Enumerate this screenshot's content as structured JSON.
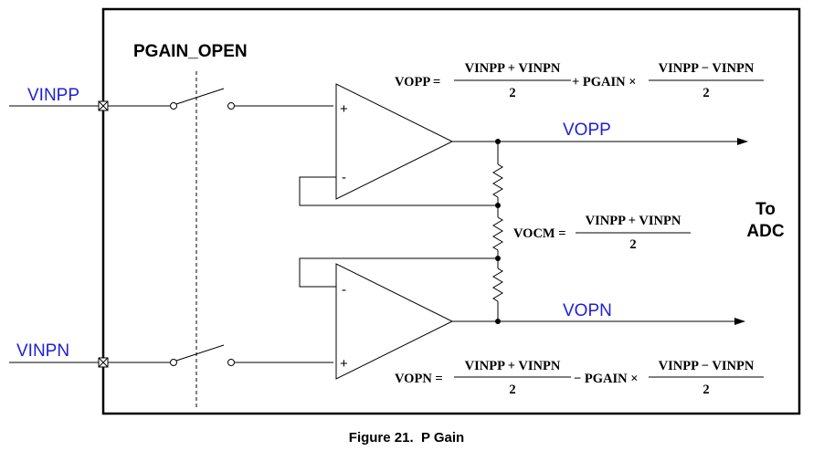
{
  "control_label": "PGAIN_OPEN",
  "inputs": {
    "positive": "VINPP",
    "negative": "VINPN"
  },
  "outputs": {
    "positive": "VOPP",
    "negative": "VOPN",
    "destination_line1": "To",
    "destination_line2": "ADC"
  },
  "amp_pins": {
    "plus": "+",
    "minus": "-"
  },
  "equations": {
    "vopp": {
      "lhs": "VOPP =",
      "term1_num": "VINPP + VINPN",
      "term1_den": "2",
      "operator": "+ PGAIN ×",
      "term2_num": "VINPP − VINPN",
      "term2_den": "2"
    },
    "vocm": {
      "lhs": "VOCM =",
      "num": "VINPP + VINPN",
      "den": "2"
    },
    "vopn": {
      "lhs": "VOPN =",
      "term1_num": "VINPP + VINPN",
      "term1_den": "2",
      "operator": "− PGAIN ×",
      "term2_num": "VINPP − VINPN",
      "term2_den": "2"
    }
  },
  "caption": "Figure 21.  P Gain",
  "colors": {
    "signal_label": "#1f1fd6",
    "wire": "#000000"
  }
}
